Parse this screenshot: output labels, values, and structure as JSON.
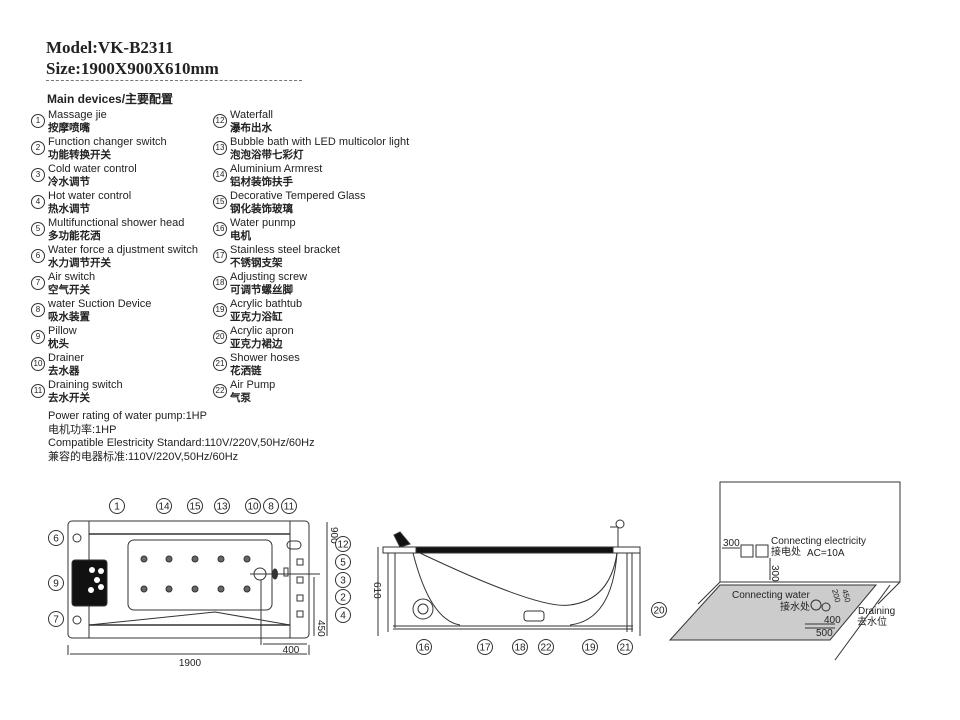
{
  "header": {
    "model": "Model:VK-B2311",
    "size": "Size:1900X900X610mm",
    "section": "Main devices/主要配置"
  },
  "devices": [
    {
      "n": "1",
      "en": "Massage jie",
      "zh": "按摩喷嘴"
    },
    {
      "n": "2",
      "en": "Function changer switch",
      "zh": "功能转换开关"
    },
    {
      "n": "3",
      "en": "Cold water control",
      "zh": "冷水调节"
    },
    {
      "n": "4",
      "en": "Hot water control",
      "zh": "热水调节"
    },
    {
      "n": "5",
      "en": "Multifunctional shower head",
      "zh": "多功能花洒"
    },
    {
      "n": "6",
      "en": "Water force a djustment switch",
      "zh": "水力调节开关"
    },
    {
      "n": "7",
      "en": "Air switch",
      "zh": "空气开关"
    },
    {
      "n": "8",
      "en": "water Suction Device",
      "zh": "吸水装置"
    },
    {
      "n": "9",
      "en": "Pillow",
      "zh": "枕头"
    },
    {
      "n": "10",
      "en": "Drainer",
      "zh": "去水器"
    },
    {
      "n": "11",
      "en": "Draining switch",
      "zh": "去水开关"
    },
    {
      "n": "12",
      "en": "Waterfall",
      "zh": "瀑布出水"
    },
    {
      "n": "13",
      "en": "Bubble bath with LED multicolor light",
      "zh": "泡泡浴带七彩灯"
    },
    {
      "n": "14",
      "en": "Aluminium Armrest",
      "zh": "铝材装饰扶手"
    },
    {
      "n": "15",
      "en": "Decorative Tempered Glass",
      "zh": "钢化装饰玻璃"
    },
    {
      "n": "16",
      "en": "Water punmp",
      "zh": "电机"
    },
    {
      "n": "17",
      "en": "Stainless steel bracket",
      "zh": "不锈钢支架"
    },
    {
      "n": "18",
      "en": "Adjusting screw",
      "zh": "可调节螺丝脚"
    },
    {
      "n": "19",
      "en": "Acrylic bathtub",
      "zh": "亚克力浴缸"
    },
    {
      "n": "20",
      "en": "Acrylic apron",
      "zh": "亚克力裙边"
    },
    {
      "n": "21",
      "en": "Shower hoses",
      "zh": "花洒链"
    },
    {
      "n": "22",
      "en": "Air Pump",
      "zh": "气泵"
    }
  ],
  "specs": [
    "Power rating of water pump:1HP",
    "电机功率:1HP",
    "Compatible Elestricity Standard:110V/220V,50Hz/60Hz",
    "兼容的电器标准:110V/220V,50Hz/60Hz"
  ],
  "plan": {
    "dim_length": "1900",
    "dim_400": "400",
    "dim_450": "450",
    "dim_900": "900"
  },
  "side": {
    "dim_height": "610"
  },
  "install": {
    "elec_en": "Connecting electricity",
    "elec_zh": "接电处",
    "ac": "AC=10A",
    "dim_300a": "300",
    "dim_300b": "300",
    "water_en": "Connecting water",
    "water_zh": "接水处",
    "drain_en": "Draining",
    "drain_zh": "去水位",
    "dim_400": "400",
    "dim_500": "500",
    "dim_200": "200",
    "dim_450": "450"
  }
}
